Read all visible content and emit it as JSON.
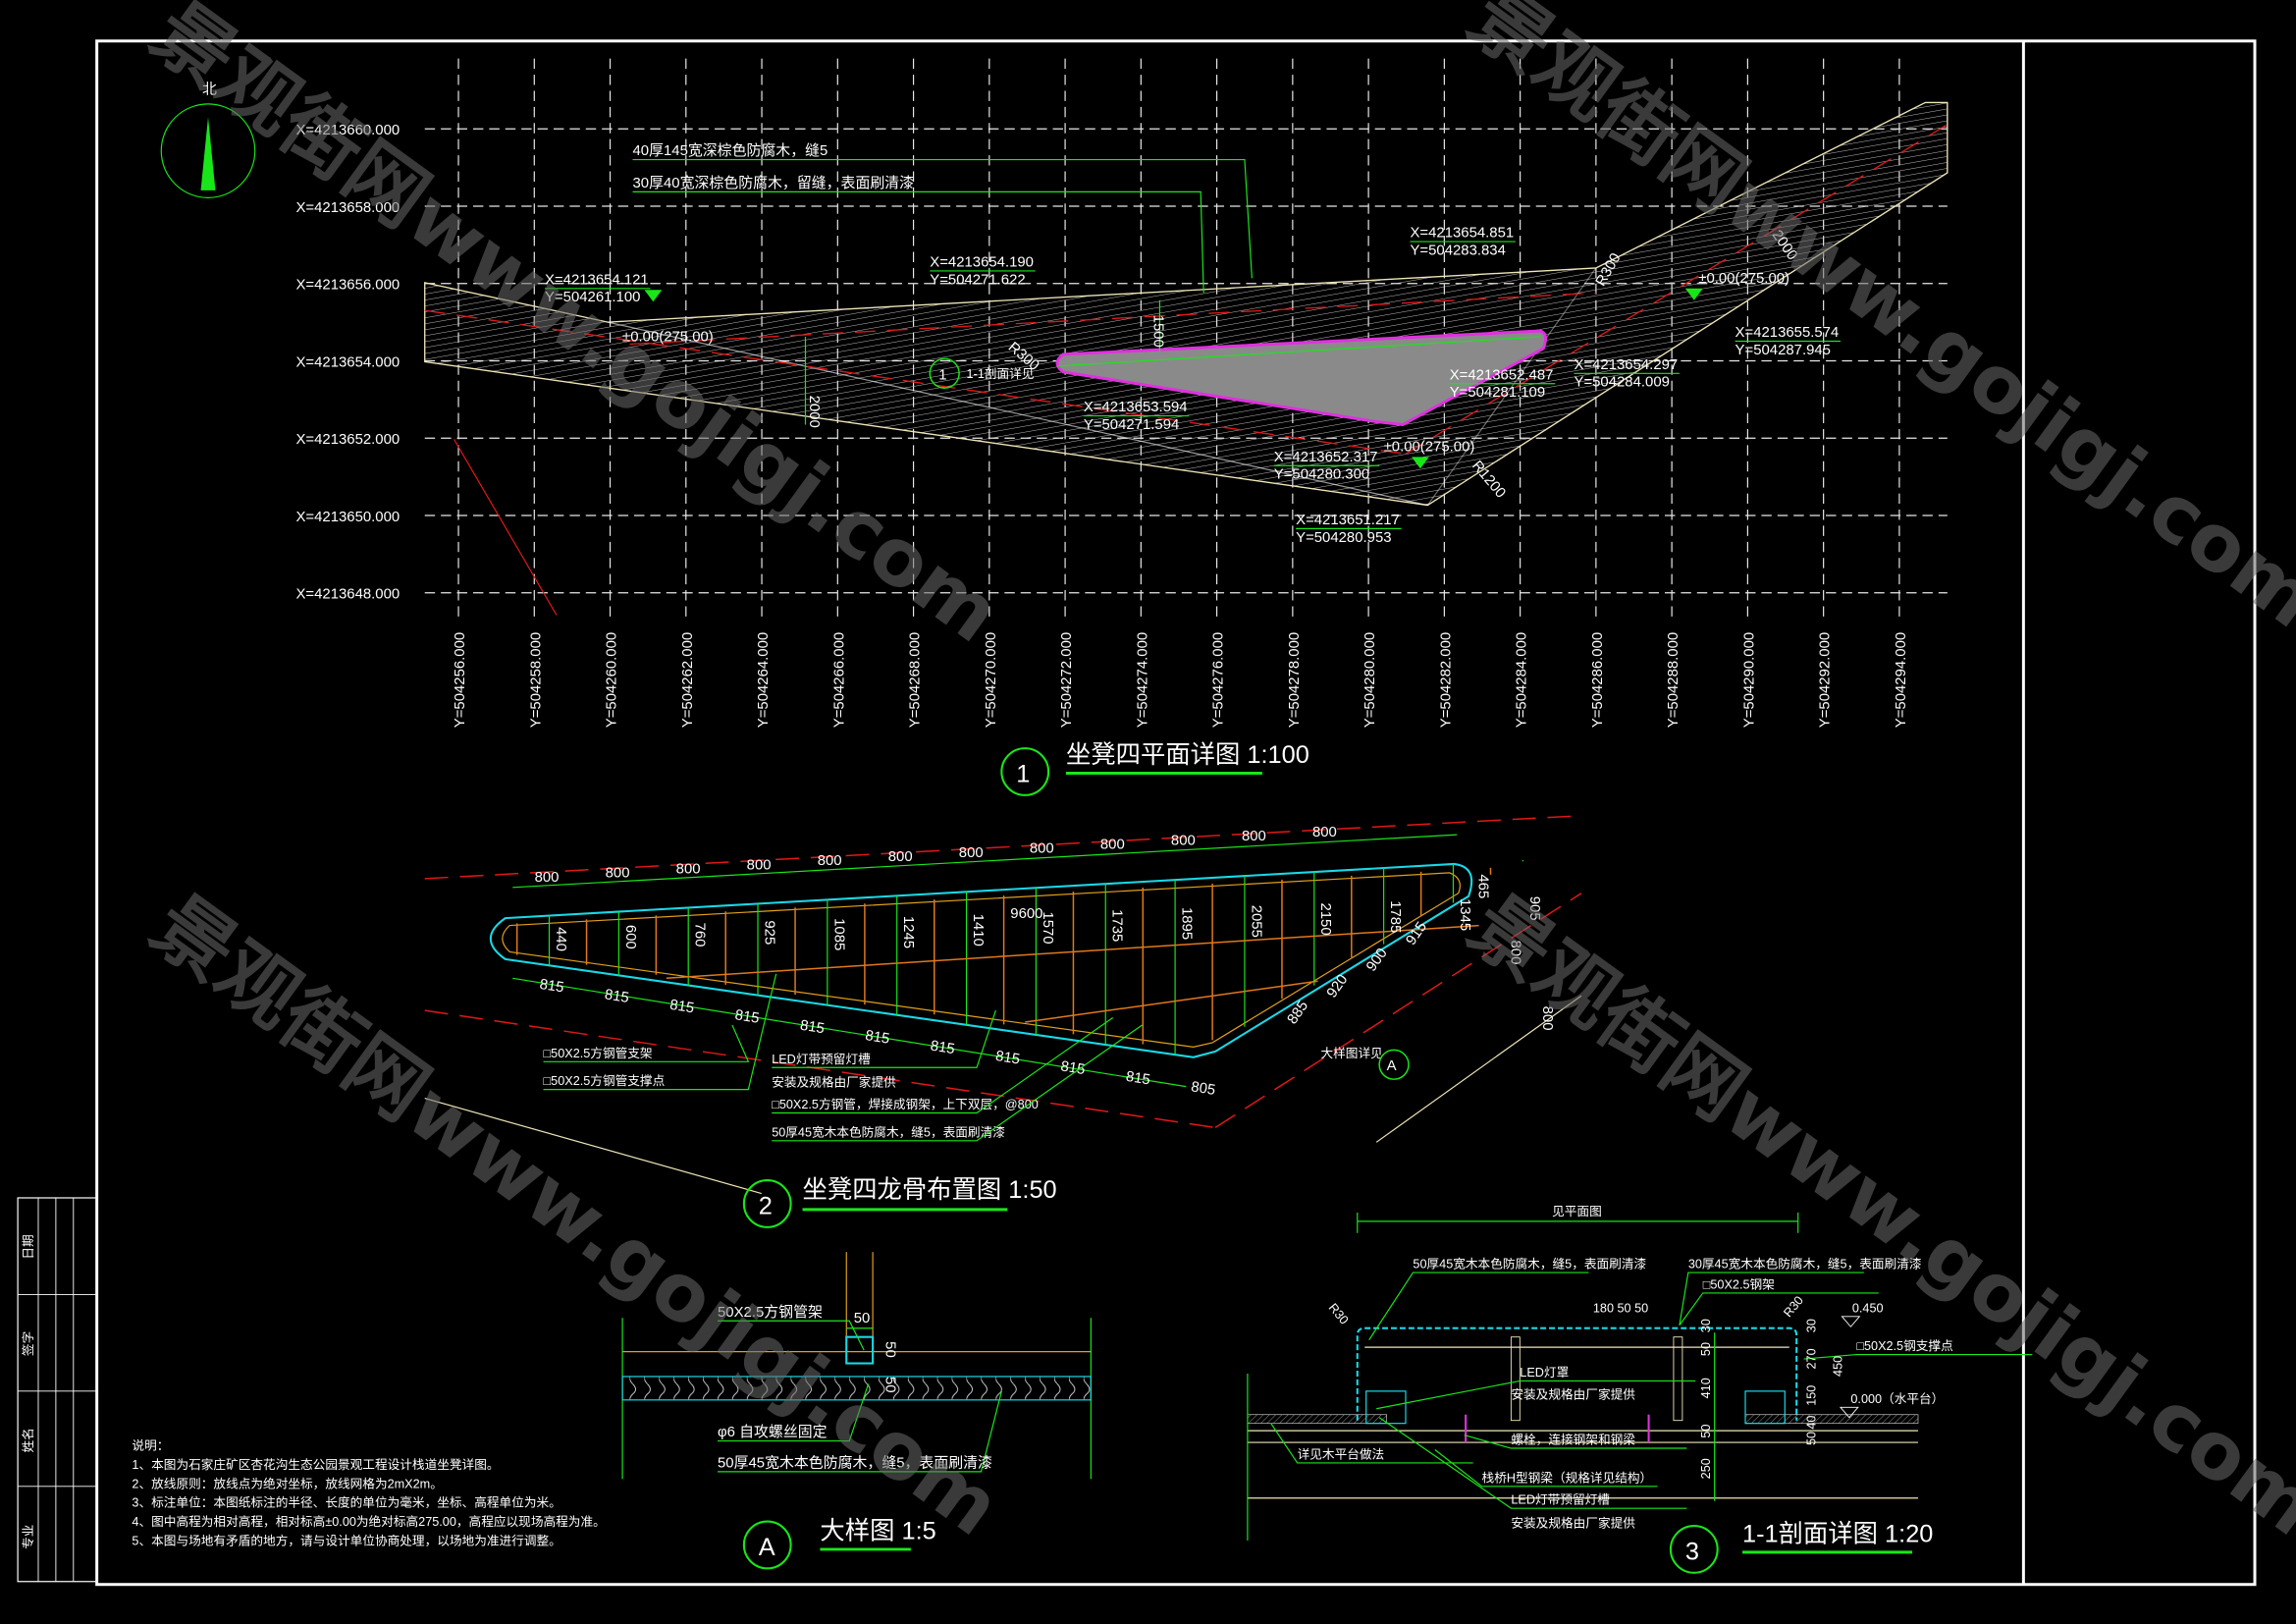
{
  "watermarks": [
    "景观街网www.gojigj.com",
    "景观街网www.gojigj.com",
    "景观街网www.gojigj.com",
    "景观街网www.gojigj.com"
  ],
  "compass": {
    "label": "北"
  },
  "plan": {
    "x_labels": [
      "X=4213660.000",
      "X=4213658.000",
      "X=4213656.000",
      "X=4213654.000",
      "X=4213652.000",
      "X=4213650.000",
      "X=4213648.000"
    ],
    "y_labels": [
      "Y=504256.000",
      "Y=504258.000",
      "Y=504260.000",
      "Y=504262.000",
      "Y=504264.000",
      "Y=504266.000",
      "Y=504268.000",
      "Y=504270.000",
      "Y=504272.000",
      "Y=504274.000",
      "Y=504276.000",
      "Y=504278.000",
      "Y=504280.000",
      "Y=504282.000",
      "Y=504284.000",
      "Y=504286.000",
      "Y=504288.000",
      "Y=504290.000",
      "Y=504292.000",
      "Y=504294.000"
    ],
    "callout_top": "40厚145宽深棕色防腐木，缝5",
    "callout_second": "30厚40宽深棕色防腐木，留缝，表面刷清漆",
    "coords": [
      {
        "x": "X=4213654.121",
        "y": "Y=504261.100"
      },
      {
        "x": "X=4213654.190",
        "y": "Y=504271.622"
      },
      {
        "x": "X=4213653.594",
        "y": "Y=504271.594"
      },
      {
        "x": "X=4213654.851",
        "y": "Y=504283.834"
      },
      {
        "x": "X=4213652.487",
        "y": "Y=504281.109"
      },
      {
        "x": "X=4213654.297",
        "y": "Y=504284.009"
      },
      {
        "x": "X=4213655.574",
        "y": "Y=504287.945"
      },
      {
        "x": "X=4213652.317",
        "y": "Y=504280.300"
      },
      {
        "x": "X=4213651.217",
        "y": "Y=504280.953"
      }
    ],
    "elevation": "±0.00(275.00)",
    "dims": {
      "w1": "2000",
      "w2": "1500",
      "r1": "R300",
      "r2": "R300",
      "w3": "2000",
      "r3": "R1200"
    },
    "section_mark": "1",
    "section_label": "1-1剖面详见",
    "title_num": "1",
    "title": "坐凳四平面详图 1:100"
  },
  "frame": {
    "top_dims": [
      "800",
      "800",
      "800",
      "800",
      "800",
      "800",
      "800",
      "800",
      "800",
      "800",
      "800",
      "800",
      "800",
      "800",
      "800"
    ],
    "bottom_dims": [
      "815",
      "815",
      "815",
      "815",
      "815",
      "815",
      "815",
      "815",
      "815",
      "815",
      "805"
    ],
    "rib_dims": [
      "440",
      "600",
      "760",
      "925",
      "1085",
      "1245",
      "1410",
      "1570",
      "1735",
      "1895",
      "2055",
      "2150",
      "1785",
      "1345",
      "905"
    ],
    "length": "9600",
    "right_dims": [
      "465",
      "800",
      "800"
    ],
    "diag_dims": [
      "915",
      "900",
      "920",
      "885"
    ],
    "callouts": [
      "□50X2.5方钢管支架",
      "□50X2.5方钢管支撑点",
      "LED灯带预留灯槽",
      "安装及规格由厂家提供",
      "□50X2.5方钢管，焊接成钢架，上下双层，@800",
      "50厚45宽木本色防腐木，缝5，表面刷清漆"
    ],
    "detail_ref": "大样图详见",
    "detail_mark": "A",
    "title_num": "2",
    "title": "坐凳四龙骨布置图 1:50"
  },
  "detail": {
    "dim_w": "50",
    "dim_h1": "50",
    "dim_h2": "50",
    "callouts": [
      "50X2.5方钢管架",
      "φ6 自攻螺丝固定",
      "50厚45宽木本色防腐木，缝5，表面刷清漆"
    ],
    "title_num": "A",
    "title": "大样图 1:5"
  },
  "section": {
    "top_dim": "见平面图",
    "callouts": [
      "50厚45宽木本色防腐木，缝5，表面刷清漆",
      "30厚45宽木本色防腐木，缝5，表面刷清漆",
      "□50X2.5钢架",
      "□50X2.5钢支撑点",
      "LED灯罩",
      "安装及规格由厂家提供",
      "螺栓，连接钢架和钢梁",
      "栈桥H型钢梁（规格详见结构）",
      "LED灯带预留灯槽",
      "安装及规格由厂家提供",
      "详见木平台做法"
    ],
    "dims_top": "180 50 50",
    "r_left": "R30",
    "r_right": "R30",
    "elev_top": "0.450",
    "elev_base": "0.000（水平台）",
    "dims_v": [
      "30",
      "50",
      "410",
      "50",
      "250"
    ],
    "dims_v2": [
      "30",
      "270",
      "150",
      "40",
      "50",
      "450"
    ],
    "title_num": "3",
    "title": "1-1剖面详图 1:20"
  },
  "notes": {
    "heading": "说明：",
    "lines": [
      "1、本图为石家庄矿区杏花沟生态公园景观工程设计栈道坐凳详图。",
      "2、放线原则：放线点为绝对坐标，放线网格为2mX2m。",
      "3、标注单位：本图纸标注的半径、长度的单位为毫米，坐标、高程单位为米。",
      "4、图中高程为相对高程，相对标高±0.00为绝对标高275.00，高程应以现场高程为准。",
      "5、本图与场地有矛盾的地方，请与设计单位协商处理，以场地为准进行调整。"
    ]
  },
  "title_block": [
    "日期",
    "签字",
    "姓名",
    "专业"
  ]
}
